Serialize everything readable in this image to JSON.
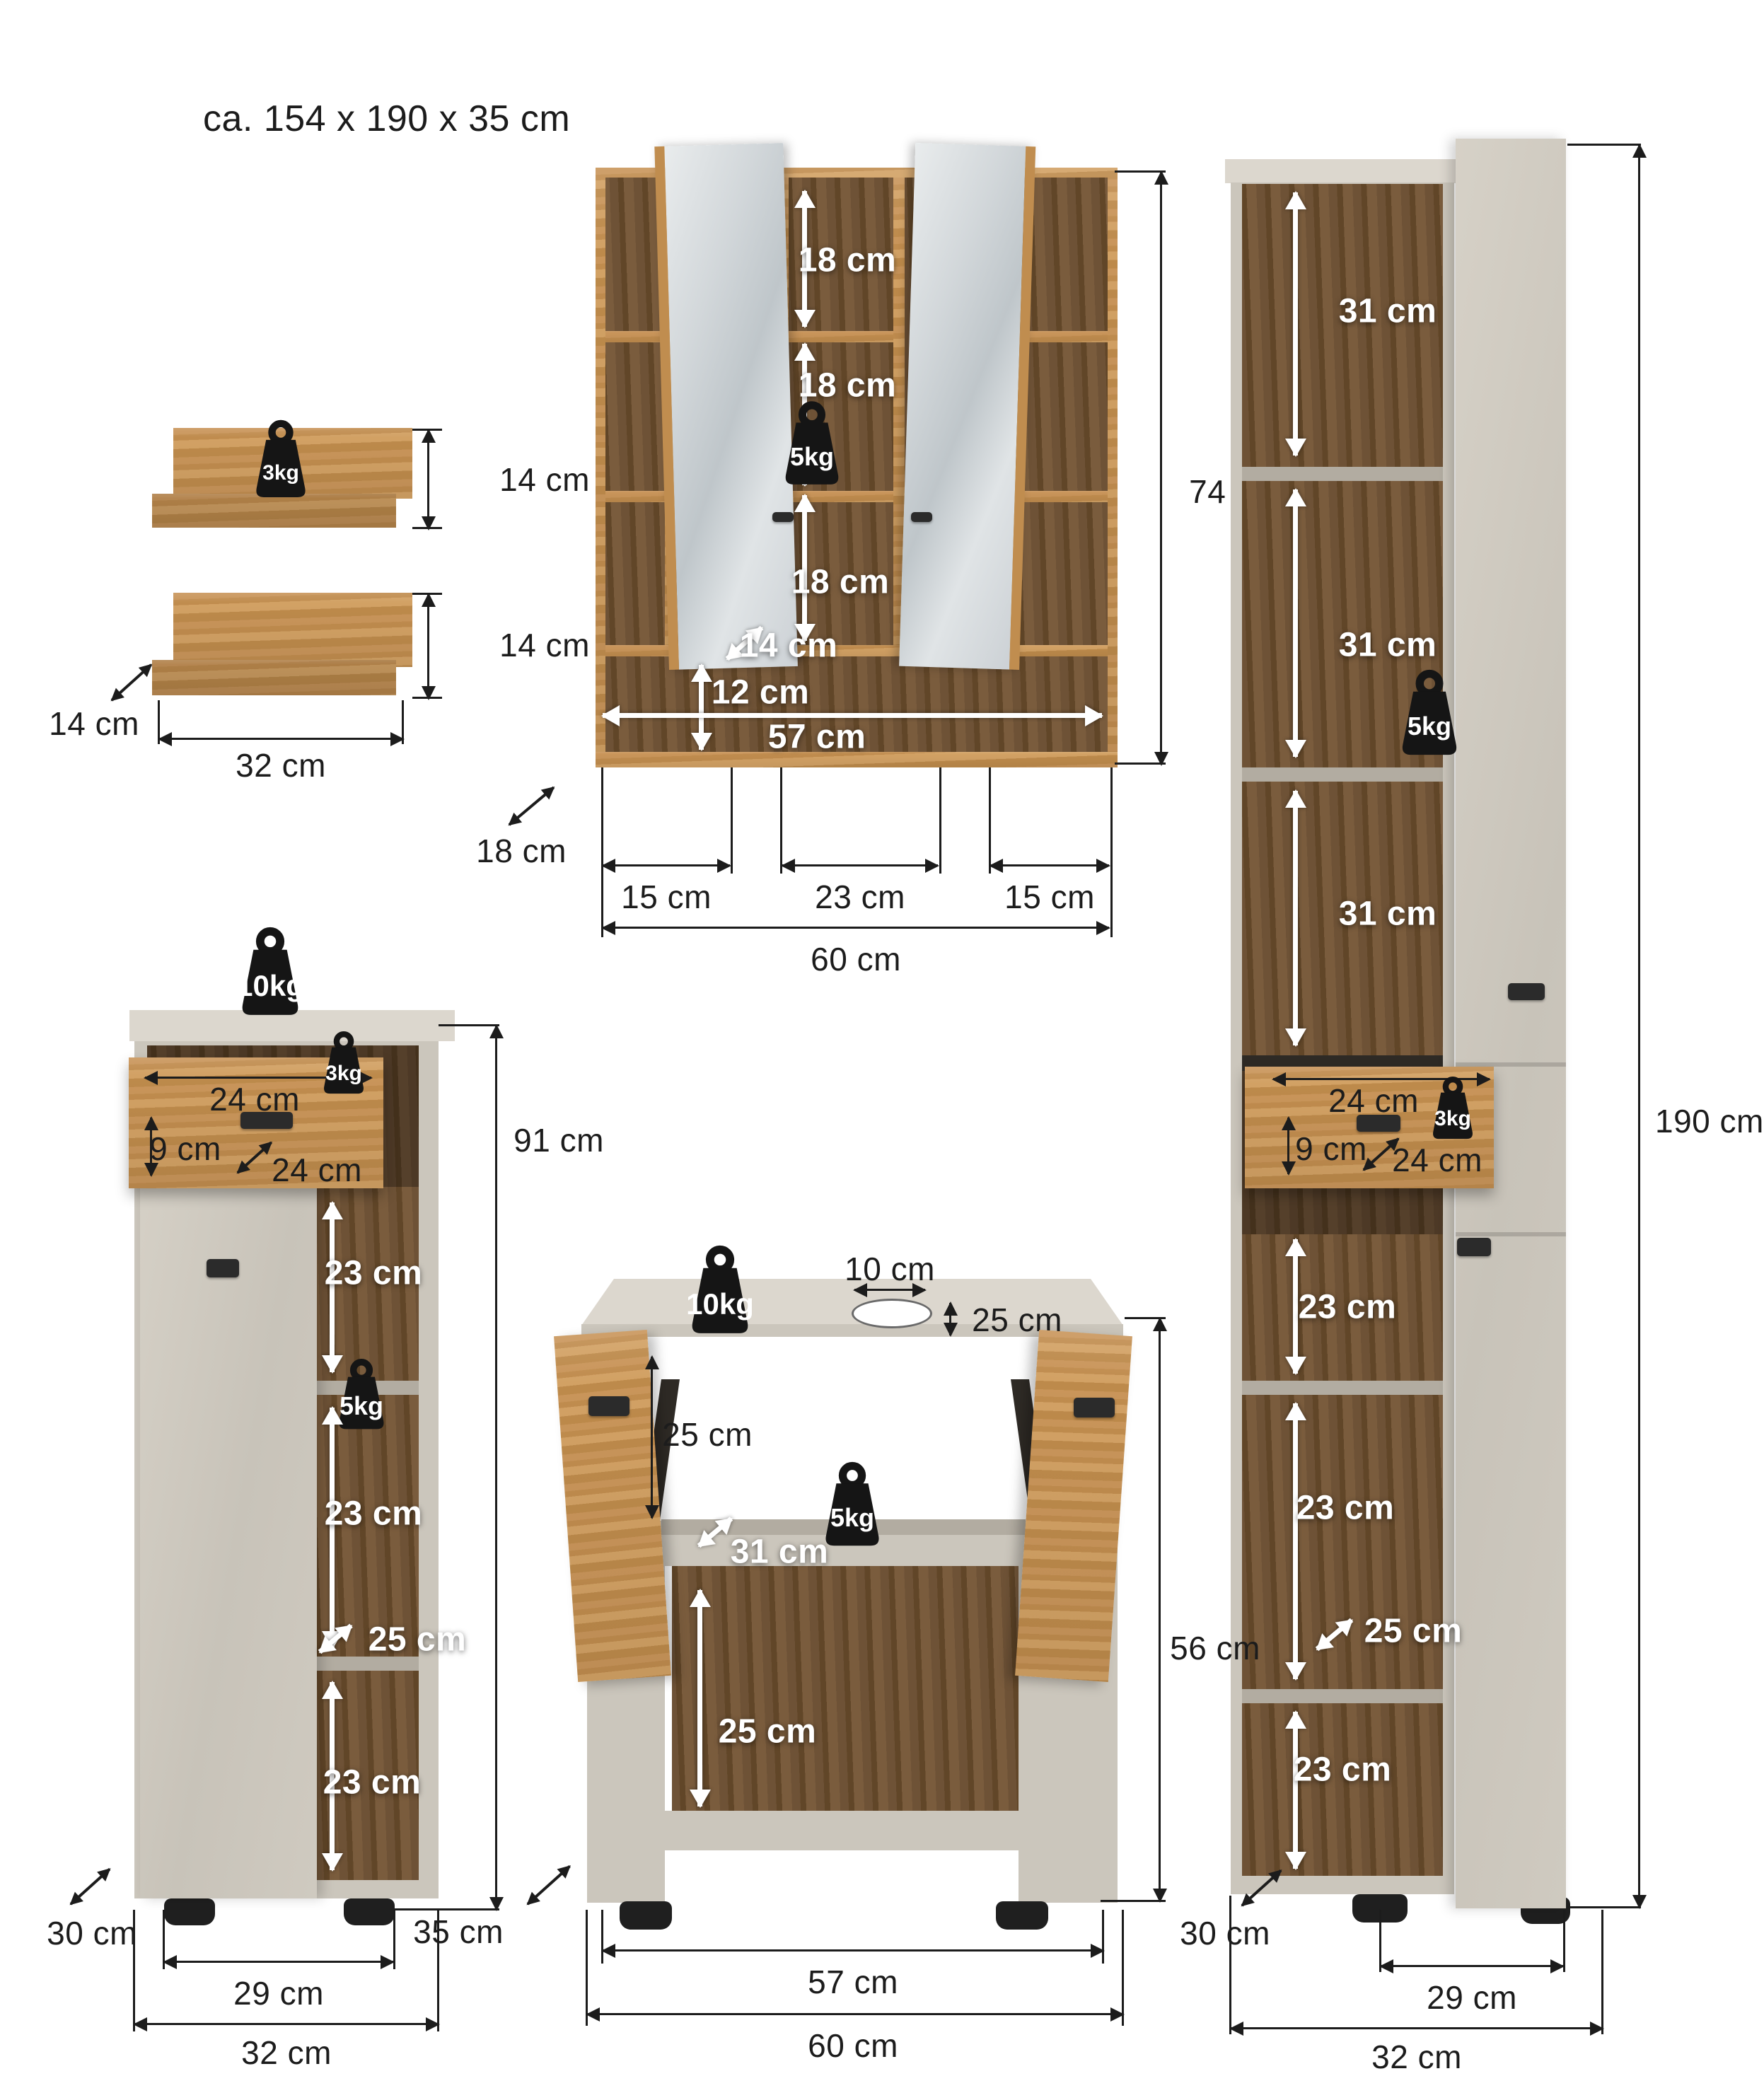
{
  "title": "ca. 154 x 190 x 35 cm",
  "wall_shelves": {
    "weight": "3kg",
    "shelf1_height": "14 cm",
    "shelf2_height": "14 cm",
    "depth": "14 cm",
    "width": "32 cm"
  },
  "mirror_cabinet": {
    "weight": "5kg",
    "compartment1": "18 cm",
    "compartment2": "18 cm",
    "compartment3": "18 cm",
    "inner_depth": "14 cm",
    "base_height": "12 cm",
    "inner_width": "57 cm",
    "height": "74 cm",
    "depth": "18 cm",
    "left_width": "15 cm",
    "center_width": "23 cm",
    "right_width": "15 cm",
    "width": "60 cm"
  },
  "tall_cabinet": {
    "shelf_weight": "5kg",
    "drawer_weight": "3kg",
    "compartment1": "31 cm",
    "compartment2": "31 cm",
    "compartment3": "31 cm",
    "drawer_width": "24 cm",
    "drawer_height": "9 cm",
    "drawer_depth": "24 cm",
    "compartment4": "23 cm",
    "compartment5": "23 cm",
    "shelf_depth": "25 cm",
    "compartment6": "23 cm",
    "height": "190 cm",
    "inner_width": "29 cm",
    "width": "32 cm",
    "depth": "30 cm"
  },
  "base_cabinet": {
    "top_weight": "10kg",
    "drawer_weight": "3kg",
    "shelf_weight": "5kg",
    "drawer_width": "24 cm",
    "drawer_height": "9 cm",
    "drawer_depth": "24 cm",
    "compartment1": "23 cm",
    "compartment2": "23 cm",
    "shelf_depth": "25 cm",
    "compartment3": "23 cm",
    "height": "91 cm",
    "depth": "30 cm",
    "inner_width": "29 cm",
    "width": "32 cm"
  },
  "vanity_cabinet": {
    "top_weight": "10kg",
    "shelf_weight": "5kg",
    "cutout_width": "10 cm",
    "cutout_depth": "25 cm",
    "door_height": "25 cm",
    "shelf_depth": "31 cm",
    "compartment_height": "25 cm",
    "height": "56 cm",
    "depth": "35 cm",
    "inner_width": "57 cm",
    "width": "60 cm"
  }
}
